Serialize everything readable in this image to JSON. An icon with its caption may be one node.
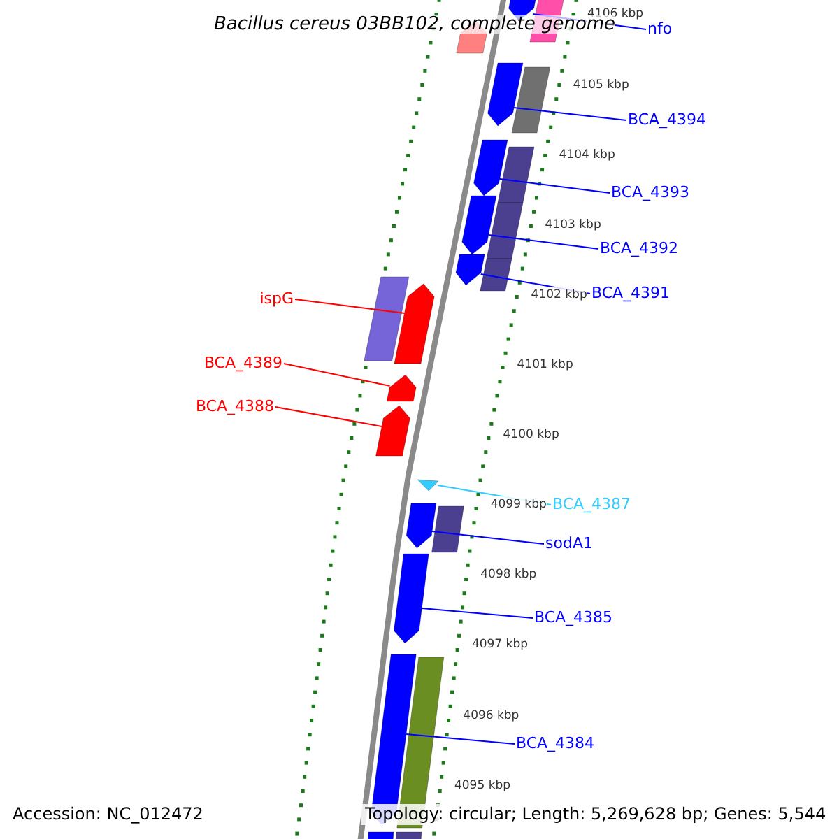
{
  "diagram": {
    "title": "Bacillus cereus 03BB102, complete genome",
    "nodes": [
      {
        "text": [
          "nfo"
        ]
      },
      {
        "text": [
          "BCA_4394"
        ]
      },
      {
        "text": [
          "BCA_4393"
        ]
      },
      {
        "text": [
          "BCA_4392"
        ]
      },
      {
        "text": [
          "BCA_4391"
        ]
      },
      {
        "text": [
          "ispG"
        ]
      },
      {
        "text": [
          "BCA_4389"
        ]
      },
      {
        "text": [
          "BCA_4388"
        ]
      },
      {
        "text": [
          "BCA_4387"
        ]
      },
      {
        "text": [
          "sodA1"
        ]
      },
      {
        "text": [
          "BCA_4385"
        ]
      },
      {
        "text": [
          "BCA_4384"
        ]
      },
      {
        "text": [],
        "shape": "bar"
      },
      {
        "text": [],
        "shape": "bar"
      },
      {
        "text": [],
        "shape": "bar"
      },
      {
        "text": [],
        "shape": "bar"
      },
      {
        "text": [],
        "shape": "bar"
      },
      {
        "text": [],
        "shape": "bar"
      },
      {
        "text": [],
        "shape": "bar"
      },
      {
        "text": [],
        "shape": "bar"
      },
      {
        "text": [],
        "shape": "triangle"
      },
      {
        "text": [],
        "shape": "bar"
      },
      {
        "text": [],
        "shape": "bar"
      },
      {
        "text": [],
        "shape": "bar"
      },
      {
        "text": [],
        "shape": "bar"
      },
      {
        "text": [],
        "shape": "bar"
      },
      {
        "text": [],
        "shape": "bar"
      },
      {
        "text": [],
        "shape": "bar"
      },
      {
        "text": [],
        "shape": "bar"
      },
      {
        "text": [],
        "shape": "bar"
      },
      {
        "text": [],
        "shape": "bar"
      },
      {
        "text": [],
        "shape": "bar"
      },
      {
        "text": [],
        "shape": "bar"
      },
      {
        "text": [],
        "shape": "bar"
      },
      {
        "text": [],
        "shape": "bar"
      }
    ],
    "edges": [
      {
        "from": 0,
        "to": 12,
        "arrow": "none"
      },
      {
        "from": 1,
        "to": 13,
        "arrow": "none"
      },
      {
        "from": 2,
        "to": 14,
        "arrow": "none"
      },
      {
        "from": 3,
        "to": 15,
        "arrow": "none"
      },
      {
        "from": 4,
        "to": 16,
        "arrow": "none"
      },
      {
        "from": 5,
        "to": 17,
        "arrow": "none",
        "color": "#ff0000"
      },
      {
        "from": 6,
        "to": 18,
        "arrow": "none",
        "color": "#ff0000"
      },
      {
        "from": 7,
        "to": 19,
        "arrow": "none",
        "color": "#ff0000"
      },
      {
        "from": 8,
        "to": 20,
        "arrow": "none",
        "color": "#33ccff"
      },
      {
        "from": 9,
        "to": 21,
        "arrow": "none"
      },
      {
        "from": 10,
        "to": 22,
        "arrow": "none"
      },
      {
        "from": 11,
        "to": 23,
        "arrow": "none"
      }
    ],
    "labels": [
      "4106 kbp",
      "4105 kbp",
      "4104 kbp",
      "4103 kbp",
      "4102 kbp",
      "4101 kbp",
      "4100 kbp",
      "4099 kbp",
      "4098 kbp",
      "4097 kbp",
      "4096 kbp",
      "4095 kbp",
      "Accession: NC_012472",
      "Topology: circular; Length: 5,269,628 bp; Genes: 5,544"
    ]
  }
}
